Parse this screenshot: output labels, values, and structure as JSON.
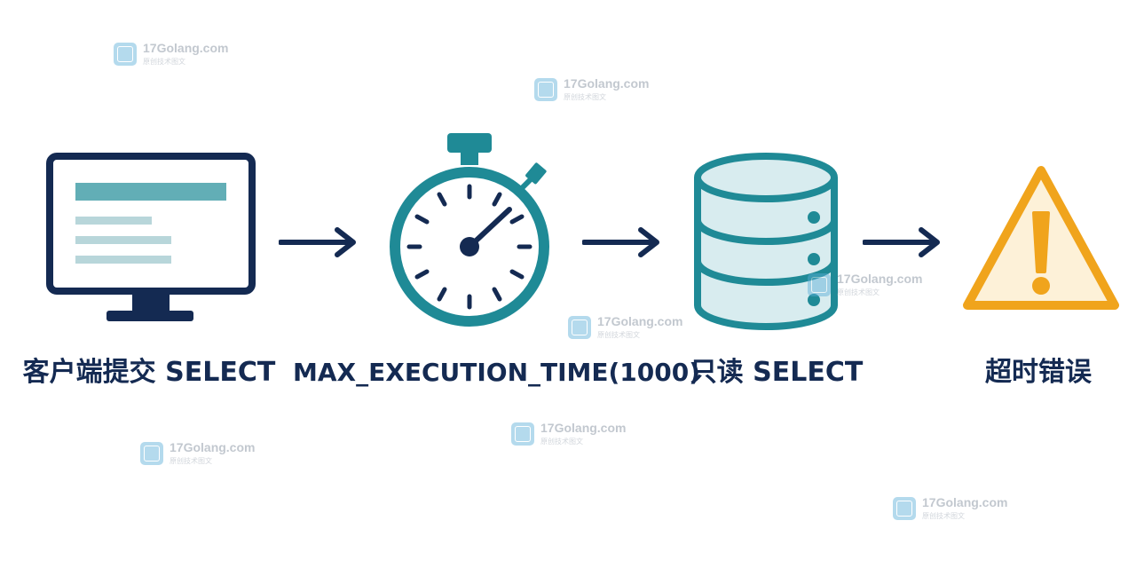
{
  "steps": [
    {
      "label": "客户端提交 SELECT",
      "icon": "computer-monitor-icon"
    },
    {
      "label": "MAX_EXECUTION_TIME(1000)",
      "icon": "stopwatch-icon"
    },
    {
      "label": "只读 SELECT",
      "icon": "database-icon"
    },
    {
      "label": "超时错误",
      "icon": "warning-icon"
    }
  ],
  "watermark": {
    "text": "17Golang.com",
    "subtext": "原创技术图文"
  },
  "colors": {
    "navy": "#142a52",
    "teal": "#1f8a96",
    "light_teal": "#62aeb6",
    "db_fill": "#d8ecef",
    "warning": "#f0a41c",
    "warning_fill": "#fdf1d8"
  }
}
